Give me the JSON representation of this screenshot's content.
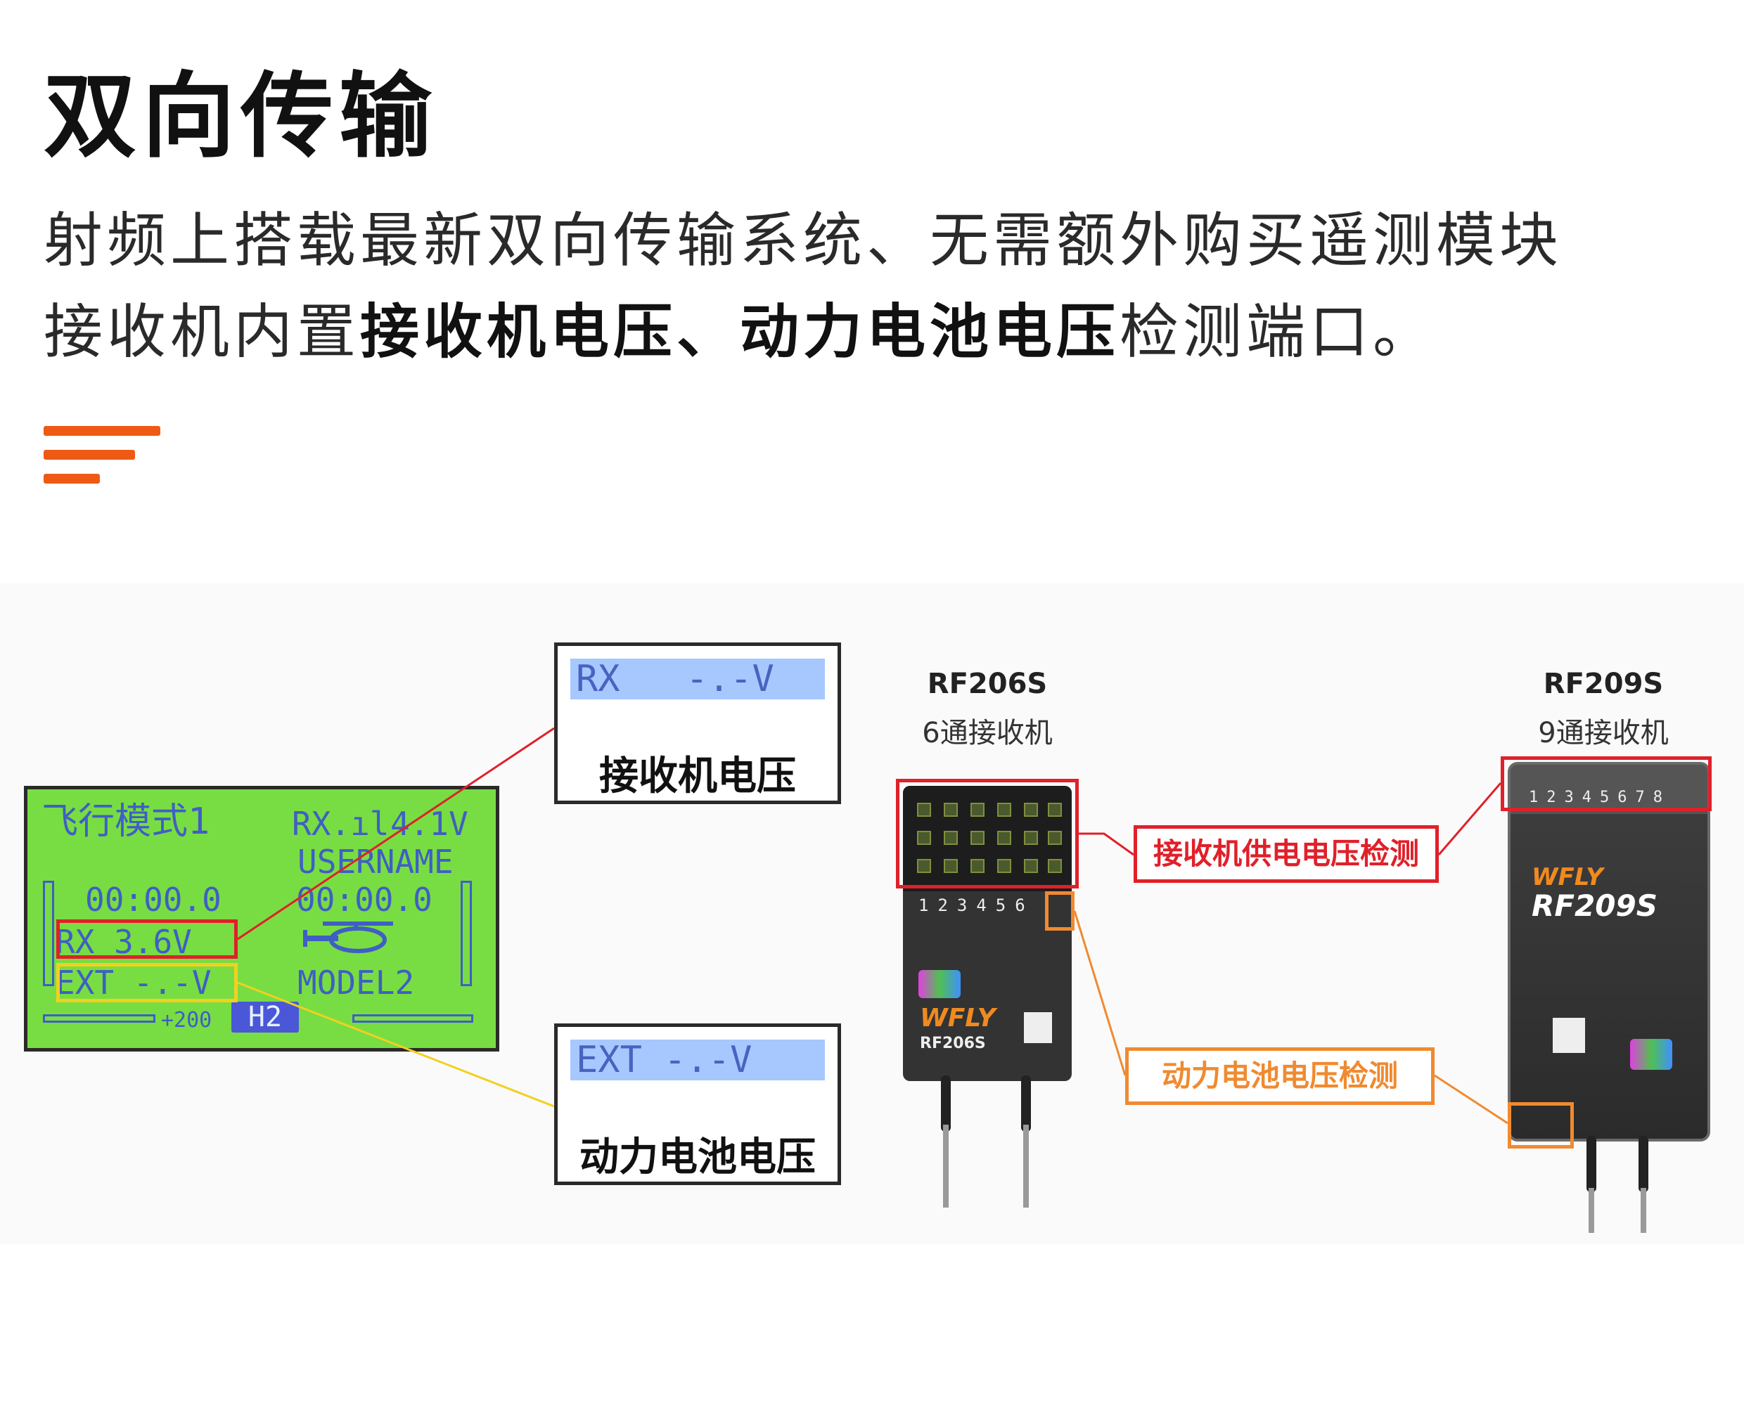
{
  "heading": "双向传输",
  "description": {
    "line1": "射频上搭载最新双向传输系统、无需额外购买遥测模块",
    "line2_pre": "接收机内置",
    "line2_bold1": "接收机电压、动力电池电压",
    "line2_post": "检测端口。"
  },
  "accent_color": "#ee5a14",
  "lcd": {
    "flight_mode": "飞行模式1",
    "rx_signal": "RX.ıl",
    "rx_batt": "4.1V",
    "username": "USERNAME",
    "timer1": "00:00.0",
    "timer2": "00:00.0",
    "rx_voltage": "RX  3.6V",
    "ext_voltage": "EXT -.-V",
    "model": "MODEL2",
    "trim": "+200",
    "mode": "H2"
  },
  "callouts": {
    "rx": {
      "screen": "RX   -.-V",
      "label": "接收机电压"
    },
    "ext": {
      "screen": "EXT -.-V",
      "label": "动力电池电压"
    }
  },
  "receivers": {
    "rf206s": {
      "name": "RF206S",
      "subtitle": "6通接收机",
      "channels": "123456",
      "brand": "WFLY",
      "model_print": "RF206S"
    },
    "rf209s": {
      "name": "RF209S",
      "subtitle": "9通接收机",
      "channels": "12345678",
      "brand": "WFLY",
      "model_print": "RF209S"
    }
  },
  "tags": {
    "supply": "接收机供电电压检测",
    "battery": "动力电池电压检测"
  },
  "colors": {
    "red": "#e0202a",
    "orange": "#f08a30",
    "yellow": "#f2d020"
  }
}
